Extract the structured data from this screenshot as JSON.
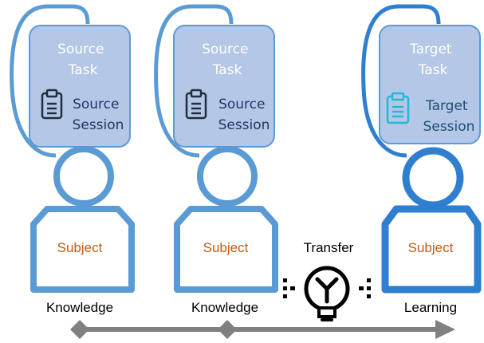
{
  "figures": [
    {
      "task_label": [
        "Source",
        "Task"
      ],
      "session_label": [
        "Source",
        "Session"
      ],
      "subject_label": "Subject",
      "caption": "Knowledge",
      "role": "source"
    },
    {
      "task_label": [
        "Source",
        "Task"
      ],
      "session_label": [
        "Source",
        "Session"
      ],
      "subject_label": "Subject",
      "caption": "Knowledge",
      "role": "source"
    },
    {
      "task_label": [
        "Target",
        "Task"
      ],
      "session_label": [
        "Target",
        "Session"
      ],
      "subject_label": "Subject",
      "caption": "Learning",
      "role": "target"
    }
  ],
  "transfer_label": "Transfer",
  "icons": {
    "session": "clipboard-icon",
    "transfer": "lightbulb-icon",
    "timeline": "double-arrow-with-diamonds"
  },
  "colors": {
    "source_outline": "#5b9bd5",
    "target_outline": "#2e7fd0",
    "box_fill": "#b4c7e7",
    "box_text_white": "#ffffff",
    "session_text_source": "#203864",
    "session_text_target": "#1f4e79",
    "target_clipboard": "#27b5d8",
    "subject_text": "#c55a11",
    "arrow": "#808080"
  }
}
